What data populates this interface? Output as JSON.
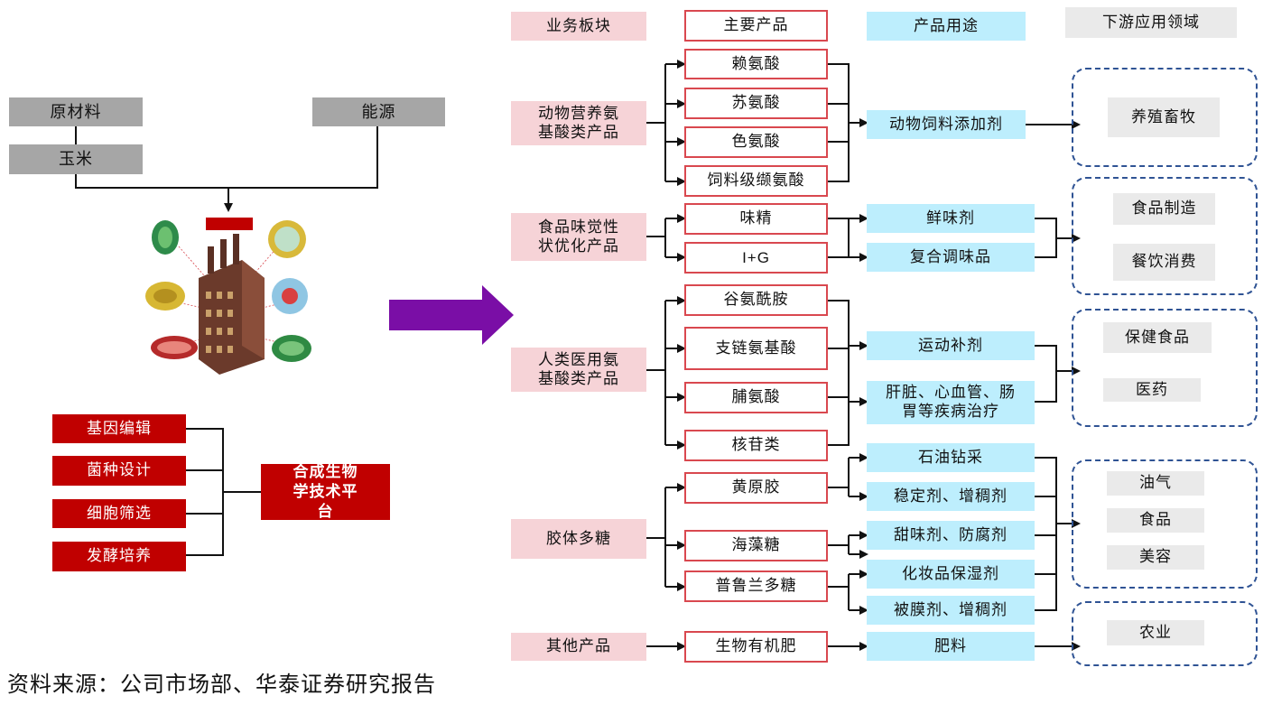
{
  "headers": {
    "segment": "业务板块",
    "product": "主要产品",
    "usage": "产品用途",
    "downstream": "下游应用领域"
  },
  "left": {
    "raw_material": "原材料",
    "energy": "能源",
    "corn": "玉米",
    "techniques": [
      "基因编辑",
      "菌种设计",
      "细胞筛选",
      "发酵培养"
    ],
    "platform": "合成生物学技术平台"
  },
  "segments": [
    "动物营养氨基酸类产品",
    "食品味觉性状优化产品",
    "人类医用氨基酸类产品",
    "胶体多糖",
    "其他产品"
  ],
  "products": [
    "赖氨酸",
    "苏氨酸",
    "色氨酸",
    "饲料级缬氨酸",
    "味精",
    "I+G",
    "谷氨酰胺",
    "支链氨基酸",
    "脯氨酸",
    "核苷类",
    "黄原胶",
    "海藻糖",
    "普鲁兰多糖",
    "生物有机肥"
  ],
  "usages": [
    "动物饲料添加剂",
    "鲜味剂",
    "复合调味品",
    "运动补剂",
    "肝脏、心血管、肠胃等疾病治疗",
    "石油钻采",
    "稳定剂、增稠剂",
    "甜味剂、防腐剂",
    "化妆品保湿剂",
    "被膜剂、增稠剂",
    "肥料"
  ],
  "downstream": [
    "养殖畜牧",
    "食品制造",
    "餐饮消费",
    "保健食品",
    "医药",
    "油气",
    "食品",
    "美容",
    "农业"
  ],
  "source": "资料来源：公司市场部、华泰证券研究报告",
  "colors": {
    "red": "#c00000",
    "pink": "#f6d3d7",
    "cyan": "#bdeefd",
    "gray": "#a6a6a6",
    "purple_arrow": "#7a0ea6",
    "dash_blue": "#2f5394"
  }
}
